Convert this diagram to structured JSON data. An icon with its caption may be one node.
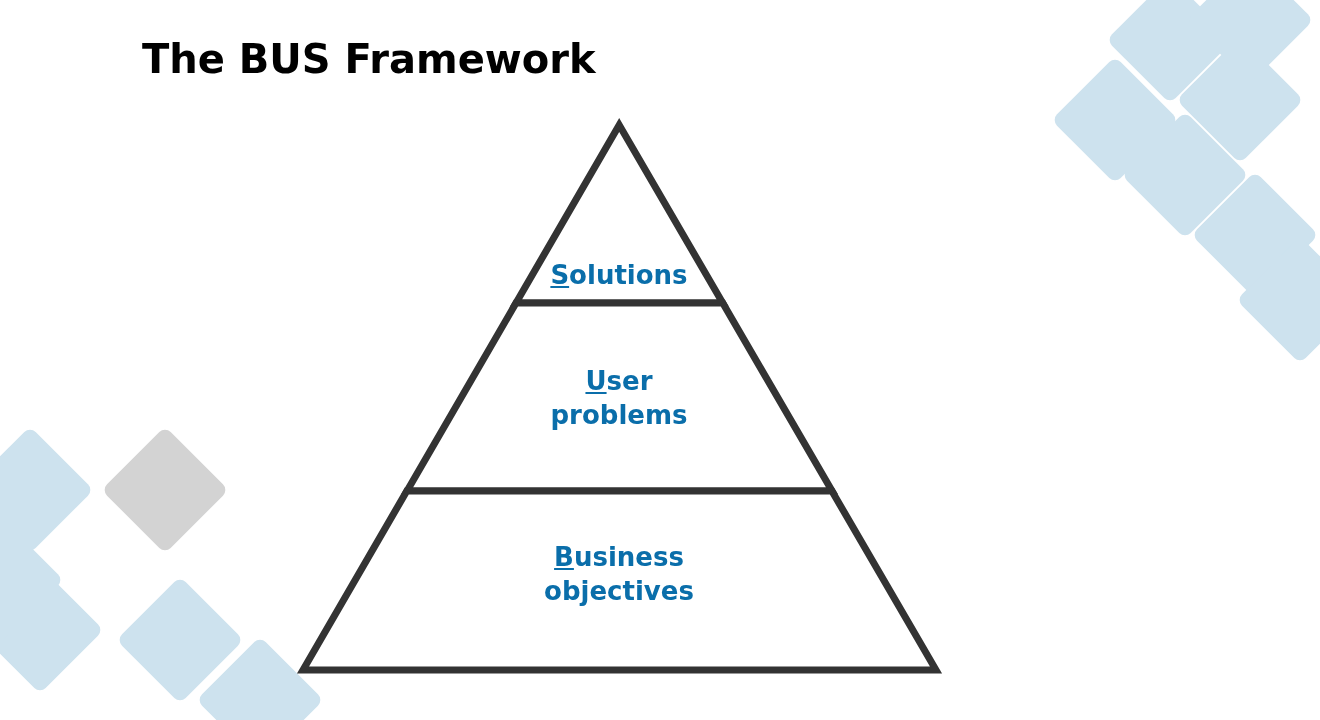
{
  "diagram": {
    "title": "The BUS Framework",
    "nodes": [
      {
        "text": [
          "Solutions"
        ]
      },
      {
        "text": [
          "User problems"
        ]
      },
      {
        "text": [
          "Business objectives"
        ]
      }
    ]
  }
}
